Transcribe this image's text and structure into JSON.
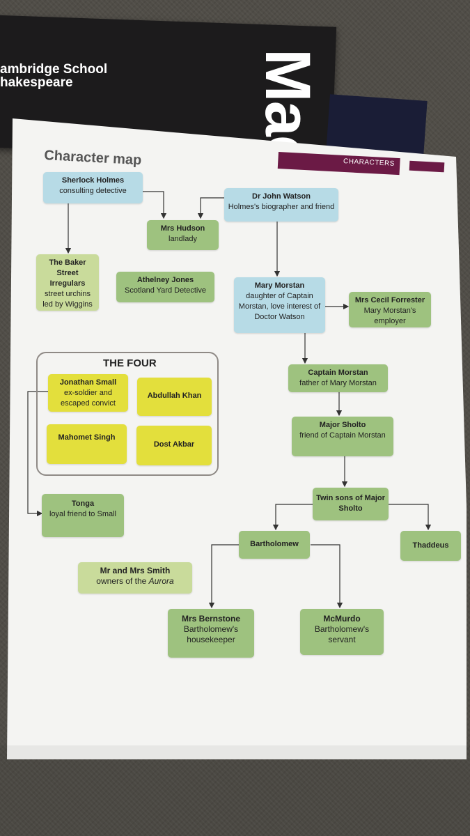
{
  "book": {
    "publisher_line1": "ambridge School",
    "publisher_line2": "hakespeare",
    "title_fragment": "Mac"
  },
  "page": {
    "title": "Character map",
    "section_label": "CHARACTERS"
  },
  "group": {
    "title": "THE FOUR"
  },
  "nodes": {
    "holmes": {
      "name": "Sherlock Holmes",
      "desc": "consulting detective"
    },
    "watson": {
      "name": "Dr John Watson",
      "desc": "Holmes's biographer and friend"
    },
    "hudson": {
      "name": "Mrs Hudson",
      "desc": "landlady"
    },
    "irregulars": {
      "name": "The Baker Street Irregulars",
      "desc": "street urchins led by Wiggins"
    },
    "athelney": {
      "name": "Athelney Jones",
      "desc": "Scotland Yard Detective"
    },
    "mary": {
      "name": "Mary Morstan",
      "desc": "daughter of Captain Morstan, love interest of Doctor Watson"
    },
    "forrester": {
      "name": "Mrs Cecil Forrester",
      "desc": "Mary Morstan's employer"
    },
    "captain": {
      "name": "Captain Morstan",
      "desc": "father of Mary Morstan"
    },
    "sholto": {
      "name": "Major Sholto",
      "desc": "friend of Captain Morstan"
    },
    "twins": {
      "name": "Twin sons of Major Sholto",
      "desc": ""
    },
    "bartholomew": {
      "name": "Bartholomew",
      "desc": ""
    },
    "thaddeus": {
      "name": "Thaddeus",
      "desc": ""
    },
    "small": {
      "name": "Jonathan Small",
      "desc": "ex-soldier and escaped convict"
    },
    "khan": {
      "name": "Abdullah Khan",
      "desc": ""
    },
    "singh": {
      "name": "Mahomet Singh",
      "desc": ""
    },
    "akbar": {
      "name": "Dost Akbar",
      "desc": ""
    },
    "tonga": {
      "name": "Tonga",
      "desc": "loyal friend to Small"
    },
    "smith": {
      "name": "Mr and Mrs Smith",
      "desc_prefix": "owners of the",
      "desc_italic": "Aurora"
    },
    "bernstone": {
      "name": "Mrs Bernstone",
      "desc": "Bartholomew's housekeeper"
    },
    "mcmurdo": {
      "name": "McMurdo",
      "desc": "Bartholomew's servant"
    }
  },
  "colors": {
    "blue": "#b7dbe6",
    "green": "#9ec27f",
    "light_green": "#c9db9b",
    "yellow": "#e3df3c",
    "header": "#6b1a45"
  }
}
